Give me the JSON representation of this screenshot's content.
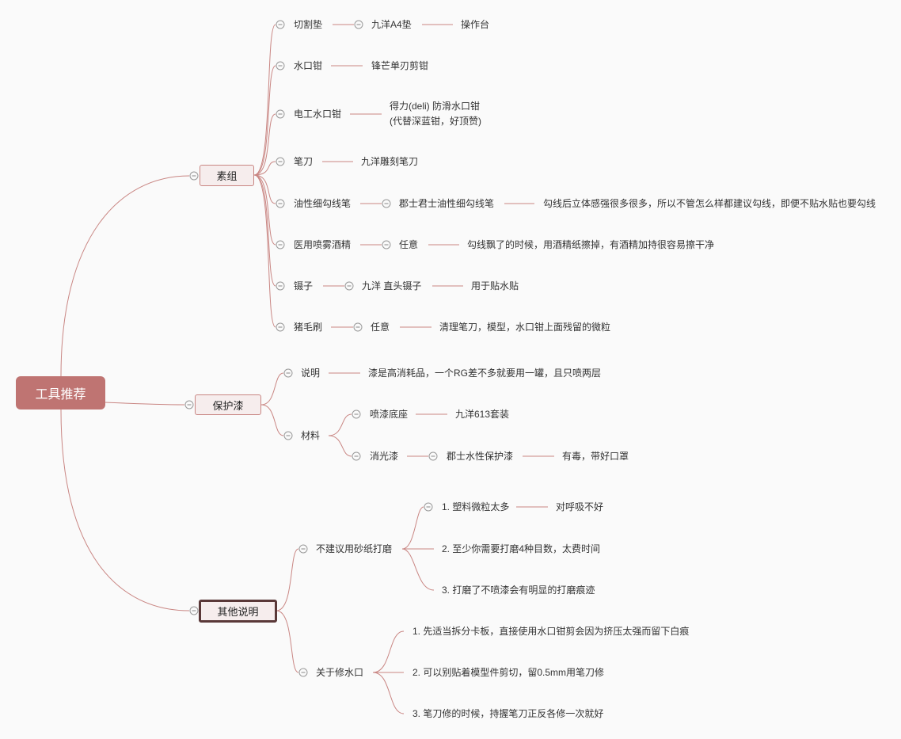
{
  "root": "工具推荐",
  "branches": {
    "sucai": {
      "label": "素组",
      "items": [
        {
          "label": "切割垫",
          "child": "九洋A4垫",
          "leaf": "操作台"
        },
        {
          "label": "水口钳",
          "child": "锋芒单刃剪钳"
        },
        {
          "label": "电工水口钳",
          "child_line1": "得力(deli) 防滑水口钳",
          "child_line2": "(代替深蓝钳，好顶赞)"
        },
        {
          "label": "笔刀",
          "child": "九洋雕刻笔刀"
        },
        {
          "label": "油性细勾线笔",
          "child": "郡士君士油性细勾线笔",
          "leaf": "勾线后立体感强很多很多，所以不管怎么样都建议勾线，即便不贴水贴也要勾线"
        },
        {
          "label": "医用喷雾酒精",
          "child": "任意",
          "leaf": "勾线飘了的时候，用酒精纸擦掉，有酒精加持很容易擦干净"
        },
        {
          "label": "镊子",
          "child": "九洋 直头镊子",
          "leaf": "用于贴水贴"
        },
        {
          "label": "猪毛刷",
          "child": "任意",
          "leaf": "清理笔刀，模型，水口钳上面残留的微粒"
        }
      ]
    },
    "paint": {
      "label": "保护漆",
      "note": {
        "label": "说明",
        "leaf": "漆是高消耗品，一个RG差不多就要用一罐，且只喷两层"
      },
      "material": {
        "label": "材料",
        "items": [
          {
            "label": "喷漆底座",
            "leaf": "九洋613套装"
          },
          {
            "label": "消光漆",
            "child": "郡士水性保护漆",
            "leaf": "有毒，带好口罩"
          }
        ]
      }
    },
    "other": {
      "label": "其他说明",
      "sanding": {
        "label": "不建议用砂纸打磨",
        "items": [
          "1. 塑料微粒太多",
          "2. 至少你需要打磨4种目数，太费时间",
          "3. 打磨了不喷漆会有明显的打磨痕迹"
        ],
        "item1_leaf": "对呼吸不好"
      },
      "gate": {
        "label": "关于修水口",
        "items": [
          "1. 先适当拆分卡板，直接使用水口钳剪会因为挤压太强而留下白痕",
          "2. 可以别贴着模型件剪切，留0.5mm用笔刀修",
          "3. 笔刀修的时候，持握笔刀正反各修一次就好"
        ]
      }
    }
  },
  "colors": {
    "line": "#c98683",
    "root": "#bf7472",
    "branch_bg": "#f6eded",
    "selected_border": "#5a3838"
  }
}
